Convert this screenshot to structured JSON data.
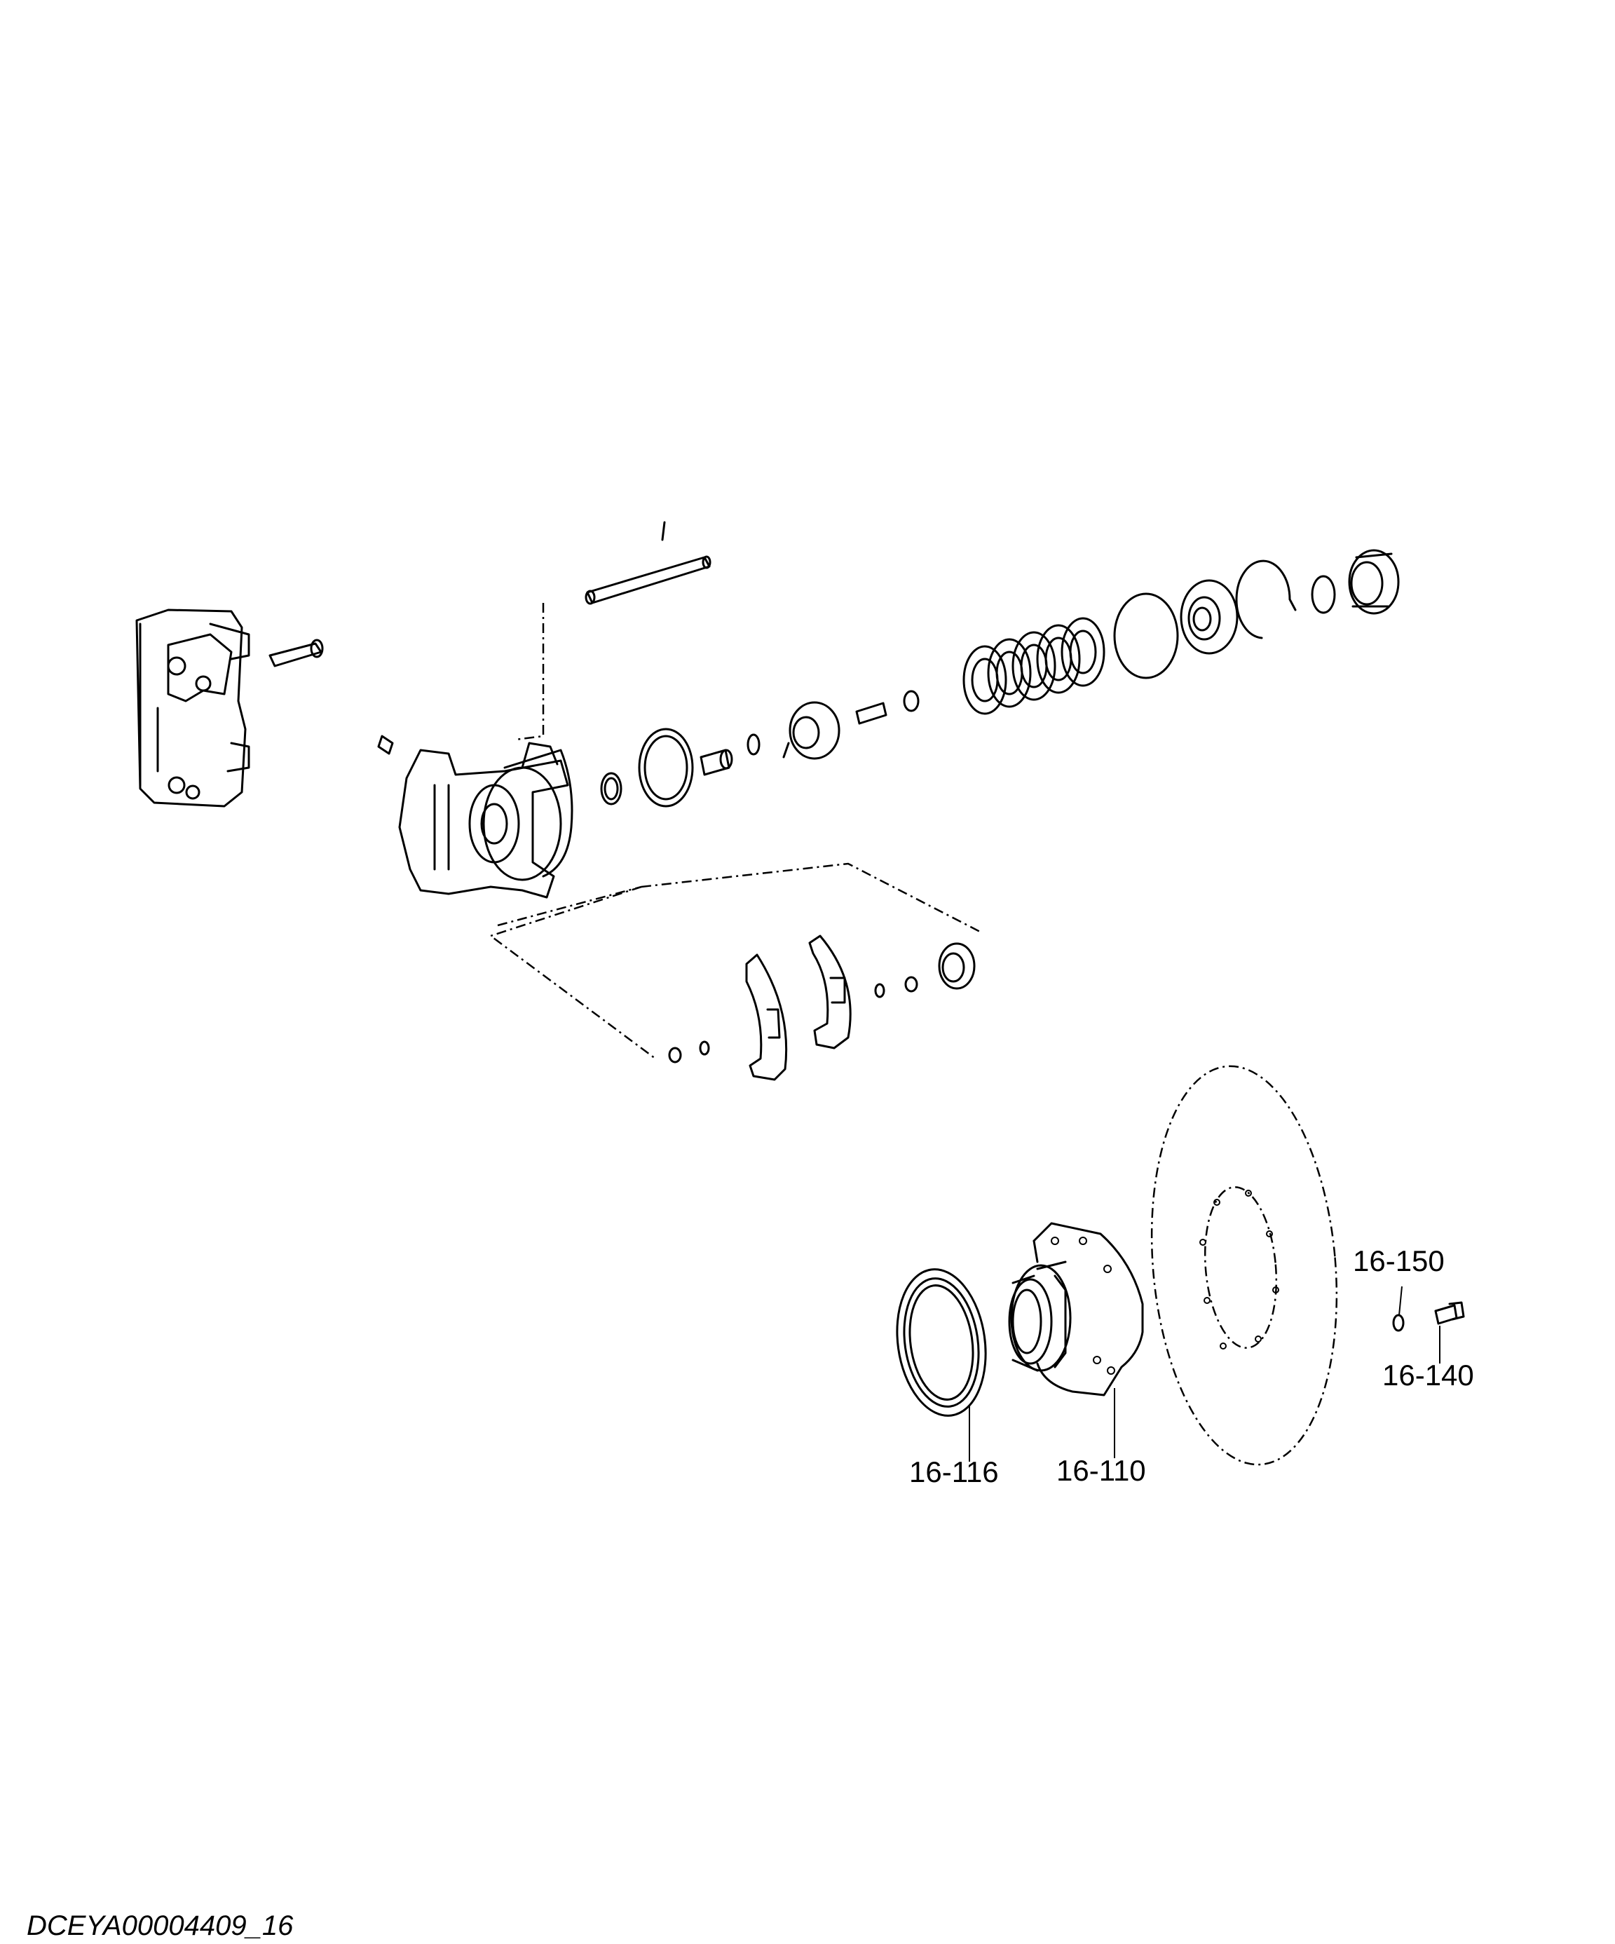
{
  "labels": {
    "p150": "16-150",
    "p140": "16-140",
    "p116": "16-116",
    "p110": "16-110"
  },
  "drawing_ref": "DCEYA00004409_16"
}
